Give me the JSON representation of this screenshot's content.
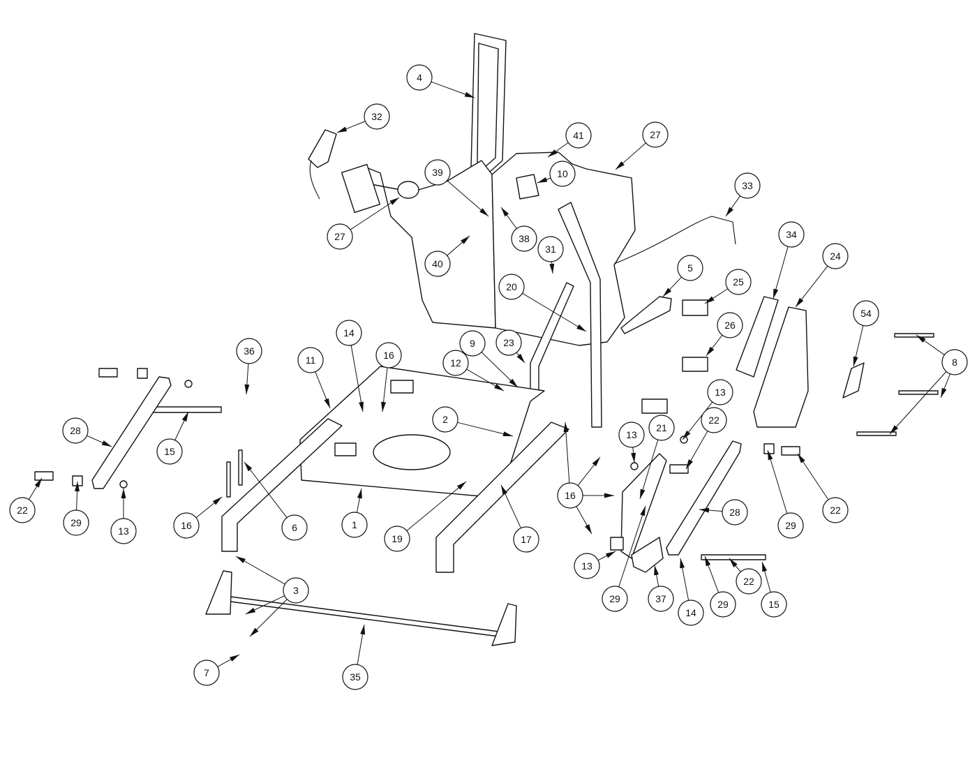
{
  "diagram": {
    "title_visible": false,
    "callouts": [
      "4",
      "32",
      "41",
      "27",
      "10",
      "39",
      "33",
      "27",
      "38",
      "40",
      "31",
      "34",
      "24",
      "5",
      "25",
      "20",
      "54",
      "26",
      "14",
      "9",
      "23",
      "36",
      "8",
      "11",
      "16",
      "12",
      "13",
      "2",
      "21",
      "22",
      "13",
      "28",
      "15",
      "16",
      "28",
      "29",
      "22",
      "22",
      "29",
      "13",
      "16",
      "6",
      "1",
      "19",
      "17",
      "13",
      "3",
      "29",
      "37",
      "14",
      "29",
      "22",
      "15",
      "7",
      "35"
    ]
  }
}
